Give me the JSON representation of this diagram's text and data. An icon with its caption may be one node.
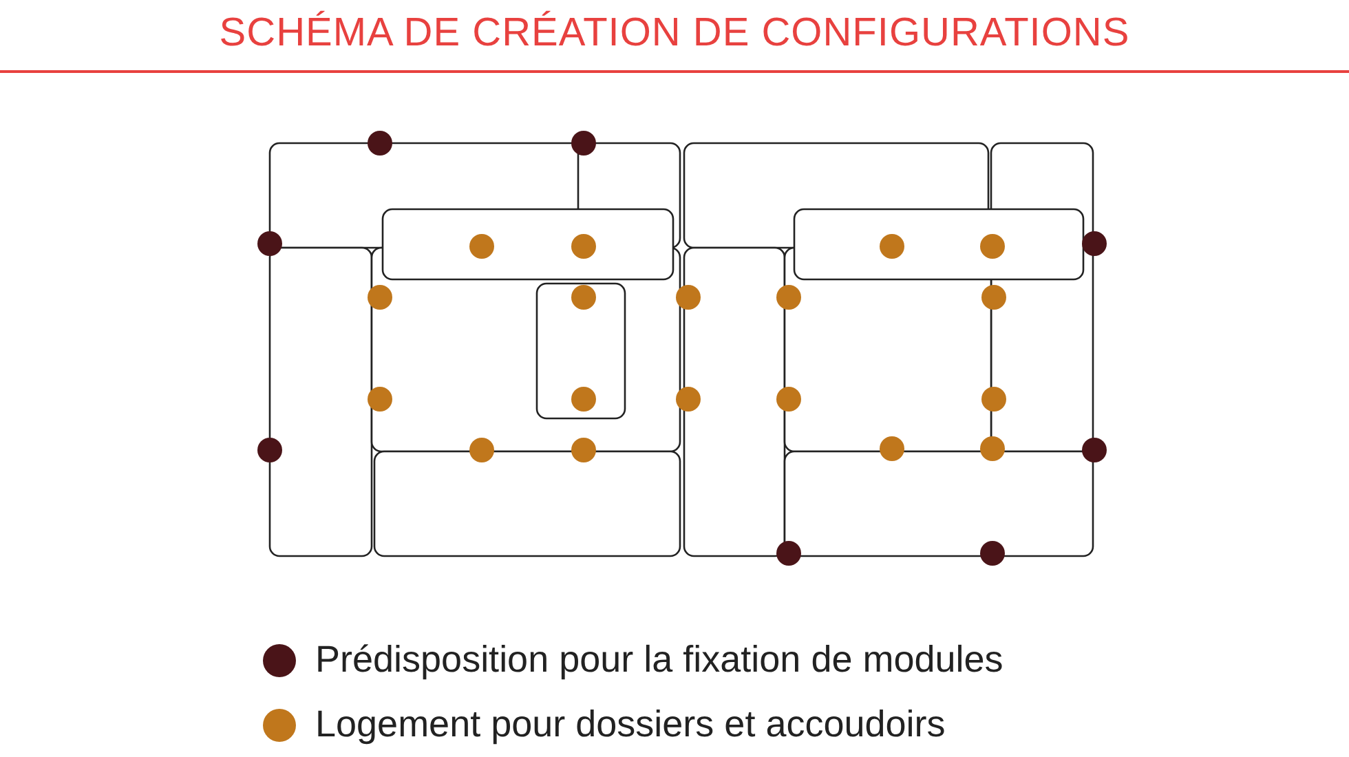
{
  "diagram": {
    "title": "SCHÉMA DE CRÉATION DE CONFIGURATIONS",
    "legend": [
      {
        "text": "Prédisposition pour la fixation de modules",
        "color": "#4a1418"
      },
      {
        "text": "Logement pour dossiers et accoudoirs",
        "color": "#c0771c"
      }
    ]
  }
}
